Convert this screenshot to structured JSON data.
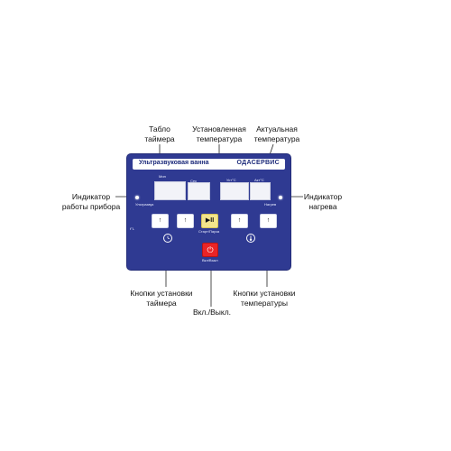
{
  "callouts": {
    "timer_display": "Табло\nтаймера",
    "set_temp": "Установленная\nтемпература",
    "actual_temp": "Актуальная\nтемпература",
    "run_indicator": "Индикатор\nработы прибора",
    "heat_indicator": "Индикатор\nнагрева",
    "timer_buttons": "Кнопки установки\nтаймера",
    "power": "Вкл./Выкл.",
    "temp_buttons": "Кнопки установки\nтемпературы"
  },
  "panel": {
    "title": "Ультразвуковая ванна",
    "brand": "ОДАСЕРВИС",
    "label_min": "Мин",
    "label_sec": "Сек",
    "label_set_t": "Уст°С",
    "label_act_t": "Акт°С",
    "label_run": "Ультразвук",
    "label_heat": "Нагрев",
    "label_start": "Старт/Пауза",
    "label_power": "Вкл/Выкл",
    "label_tl": "t°L"
  },
  "icons": {
    "up_arrow": "↑",
    "play_pause": "▶II",
    "power": "⏻",
    "thermometer": "🌡"
  },
  "colors": {
    "panel": "#2f3a92",
    "start_button": "#f3e58c",
    "power_button": "#ea2426"
  }
}
